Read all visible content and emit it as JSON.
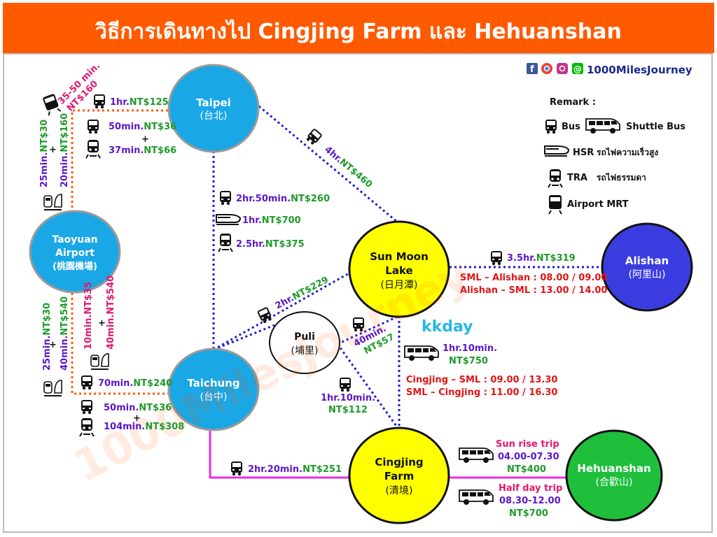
{
  "title": "วิธีการเดินทางไป Cingjing Farm และ Hehuanshan",
  "brand": {
    "handle": "1000MilesJourney",
    "at_symbol": "@",
    "watermark": "1000MilesJourney",
    "kkday": "kkday"
  },
  "remark": {
    "heading": "Remark :",
    "bus": "Bus",
    "shuttle": "Shuttle Bus",
    "hsr": "HSR",
    "hsr_th": "รถไฟความเร็วสูง",
    "tra": "TRA",
    "tra_th": "รถไฟธรรมดา",
    "mrt": "Airport MRT"
  },
  "nodes": {
    "taipei": {
      "name": "Taipei",
      "cn": "(台北)"
    },
    "taoyuan": {
      "line1": "Taoyuan",
      "line2": "Airport",
      "cn": "(桃園機場)"
    },
    "taichung": {
      "name": "Taichung",
      "cn": "(台中)"
    },
    "puli": {
      "name": "Puli",
      "cn": "(埔里)"
    },
    "sml": {
      "line1": "Sun Moon",
      "line2": "Lake",
      "cn": "(日月潭)"
    },
    "alishan": {
      "name": "Alishan",
      "cn": "(阿里山)"
    },
    "cingjing": {
      "line1": "Cingjing",
      "line2": "Farm",
      "cn": "(清境)"
    },
    "hehuanshan": {
      "name": "Hehuanshan",
      "cn": "(合歡山)"
    }
  },
  "routes": {
    "taoyuan_taipei_mrt": {
      "time": "35-50 min.",
      "price": "NT$160"
    },
    "taoyuan_taipei_bus": {
      "time": "1hr.",
      "price": "NT$125"
    },
    "taipei_combo_bus": {
      "time": "50min.",
      "price": "NT$36"
    },
    "taipei_combo_tra": {
      "time": "37min.",
      "price": "NT$66"
    },
    "taoyuan_left_mrt": {
      "time": "25min.",
      "price": "NT$30"
    },
    "taoyuan_left_hsr": {
      "time": "20min.",
      "price": "NT$160"
    },
    "taipei_sml": {
      "time": "4hr.",
      "price": "NT$460"
    },
    "taipei_taichung_bus": {
      "time": "2hr.50min.",
      "price": "NT$260"
    },
    "taipei_taichung_hsr": {
      "time": "1hr.",
      "price": "NT$700"
    },
    "taipei_taichung_tra": {
      "time": "2.5hr.",
      "price": "NT$375"
    },
    "taoyuan_tc_mrt": {
      "time": "25min.",
      "price": "NT$30"
    },
    "taoyuan_tc_hsr": {
      "time": "40min.",
      "price": "NT$540"
    },
    "taoyuan_tc_mrt2": {
      "time": "10min.",
      "price": "NT$35"
    },
    "taoyuan_tc_hsr2": {
      "time": "40min.",
      "price": "NT$540"
    },
    "taoyuan_tc_bus": {
      "time": "70min.",
      "price": "NT$240"
    },
    "taichung_combo_bus": {
      "time": "50min.",
      "price": "NT$36"
    },
    "taichung_combo_tra": {
      "time": "104min.",
      "price": "NT$308"
    },
    "taichung_sml": {
      "time": "2hr.",
      "price": "NT$229"
    },
    "puli_sml": {
      "time": "40min.",
      "price": "NT$57"
    },
    "sml_alishan": {
      "time": "3.5hr.",
      "price": "NT$319"
    },
    "sml_alishan_s1": "SML – Alishan : 08.00 / 09.00",
    "sml_alishan_s2": "Alishan – SML : 13.00 / 14.00",
    "sml_cingjing": {
      "time": "1hr.10min.",
      "price": "NT$750"
    },
    "sml_cingjing_s1": "Cingjing – SML : 09.00 / 13.30",
    "sml_cingjing_s2": "SML – Cingjing : 11.00 / 16.30",
    "puli_cingjing": {
      "time": "1hr.10min.",
      "price": "NT$112"
    },
    "taichung_cingjing": {
      "time": "2hr.20min.",
      "price": "NT$251"
    },
    "sunrise": {
      "name": "Sun rise trip",
      "time": "04.00-07.30",
      "price": "NT$400"
    },
    "halfday": {
      "name": "Half day trip",
      "time": "08.30-12.00",
      "price": "NT$700"
    }
  },
  "plus": "+",
  "colors": {
    "title_bg": "#ff5a00",
    "time": "#5b17c8",
    "price": "#1f9a2a",
    "pink_time": "#e3166e",
    "red_schedule": "#e31414",
    "cyan_node": "#1aa7e6",
    "yellow_node": "#ffff00",
    "blue_node": "#3b3ce0",
    "green_node": "#1fbf3c",
    "dotted_blue": "#1d1dd6",
    "dotted_orange": "#ff5a00",
    "solid_magenta": "#e62ee6",
    "kkday": "#28b8e6"
  }
}
